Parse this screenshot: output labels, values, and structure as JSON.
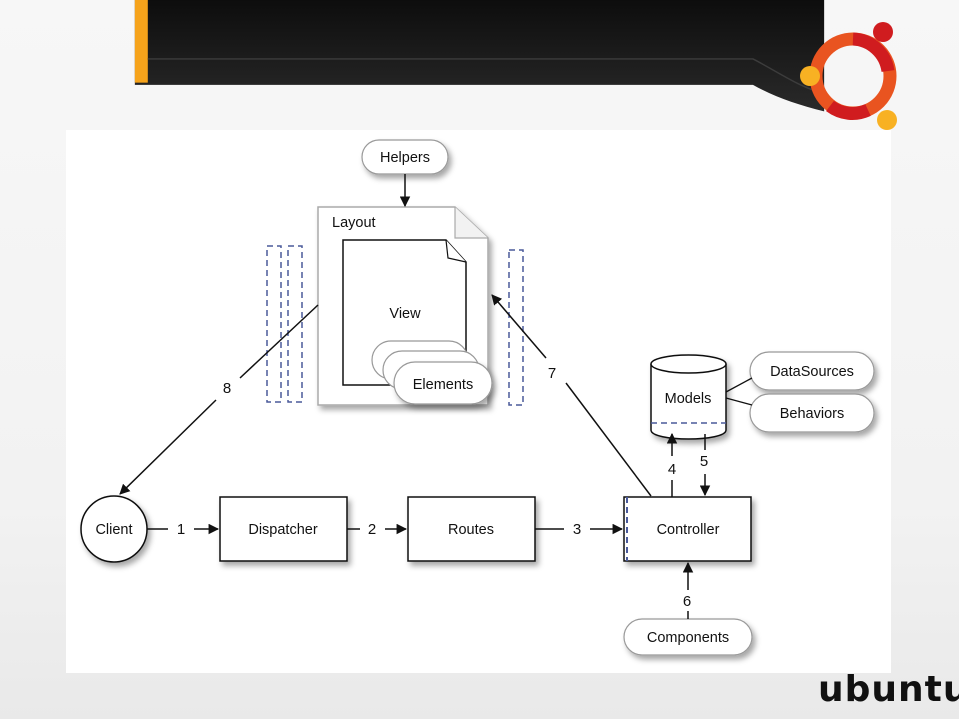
{
  "slide": {
    "brand_wordmark": "ubuntu",
    "colors": {
      "header_dark": "#1a1a1a",
      "accent_orange": "#f6a31b",
      "logo_orange": "#e95420",
      "logo_red": "#d01c1f",
      "logo_yellow": "#f8b123"
    }
  },
  "diagram": {
    "nodes": {
      "helpers": "Helpers",
      "layout": "Layout",
      "view": "View",
      "elements": "Elements",
      "models": "Models",
      "datasources": "DataSources",
      "behaviors": "Behaviors",
      "client": "Client",
      "dispatcher": "Dispatcher",
      "routes": "Routes",
      "controller": "Controller",
      "components": "Components"
    },
    "edge_labels": {
      "e1": "1",
      "e2": "2",
      "e3": "3",
      "e4": "4",
      "e5": "5",
      "e6": "6",
      "e7": "7",
      "e8": "8"
    }
  }
}
